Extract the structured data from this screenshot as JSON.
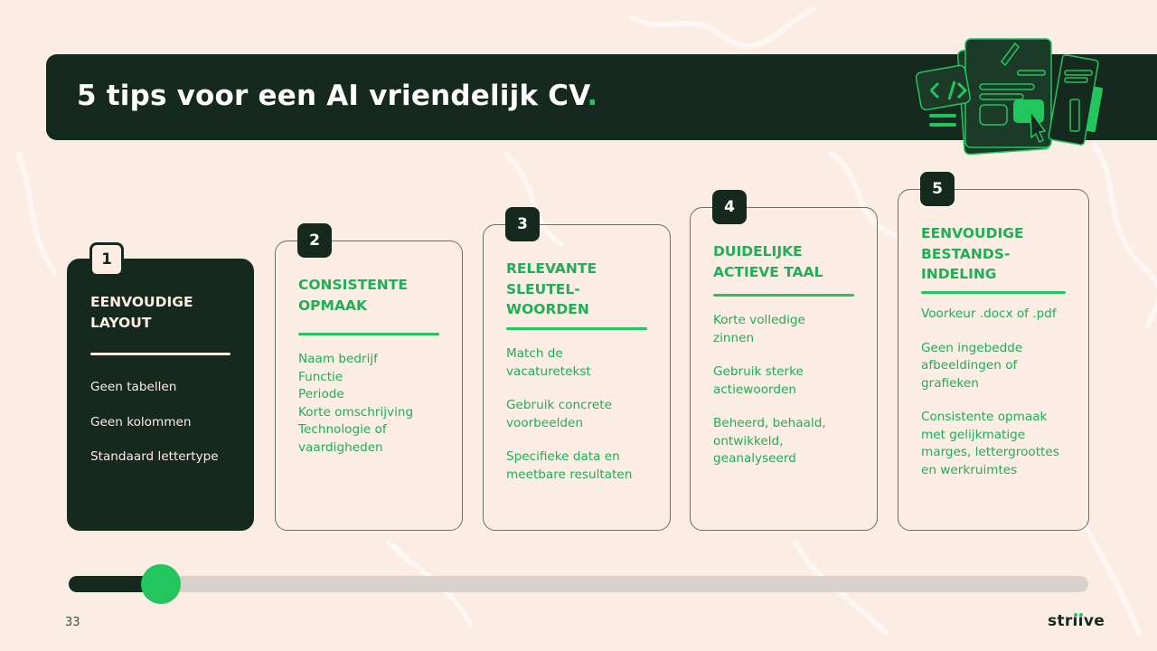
{
  "slide": {
    "title": "5 tips voor een AI vriendelijk CV",
    "title_punct": ".",
    "page_number": "33",
    "logo": {
      "prefix": "str",
      "i1": "i",
      "i2": "i",
      "suffix": "ve"
    },
    "illustration": "cv-document-illustration-icon"
  },
  "colors": {
    "background": "#FBEDE4",
    "dark_green": "#15291F",
    "accent_green": "#22C55E",
    "text_green": "#1FAF55",
    "card_border": "#6B6F68",
    "track": "#D8D2CC"
  },
  "tips": [
    {
      "number": "1",
      "title": "EENVOUDIGE\nLAYOUT",
      "items": [
        "Geen tabellen",
        "Geen kolommen",
        "Standaard lettertype"
      ],
      "active": true
    },
    {
      "number": "2",
      "title": "CONSISTENTE\nOPMAAK",
      "items": [
        "Naam bedrijf\nFunctie\nPeriode\nKorte omschrijving\nTechnologie of\nvaardigheden"
      ],
      "active": false
    },
    {
      "number": "3",
      "title": "RELEVANTE\nSLEUTEL-\nWOORDEN",
      "items": [
        "Match de\nvacaturetekst",
        "Gebruik concrete\nvoorbeelden",
        "Specifieke data en\nmeetbare resultaten"
      ],
      "active": false
    },
    {
      "number": "4",
      "title": "DUIDELIJKE\nACTIEVE TAAL",
      "items": [
        "Korte volledige\nzinnen",
        "Gebruik sterke\nactiewoorden",
        "Beheerd, behaald,\nontwikkeld,\ngeanalyseerd"
      ],
      "active": false
    },
    {
      "number": "5",
      "title": "EENVOUDIGE\nBESTANDS-\nINDELING",
      "items": [
        "Voorkeur .docx of .pdf",
        "Geen ingebedde\nafbeeldingen of\ngrafieken",
        "Consistente opmaak\nmet gelijkmatige\nmarges, lettergroottes\nen werkruimtes"
      ],
      "active": false
    }
  ],
  "progress": {
    "current_step": 1,
    "total_steps": 5,
    "percent": 10
  }
}
